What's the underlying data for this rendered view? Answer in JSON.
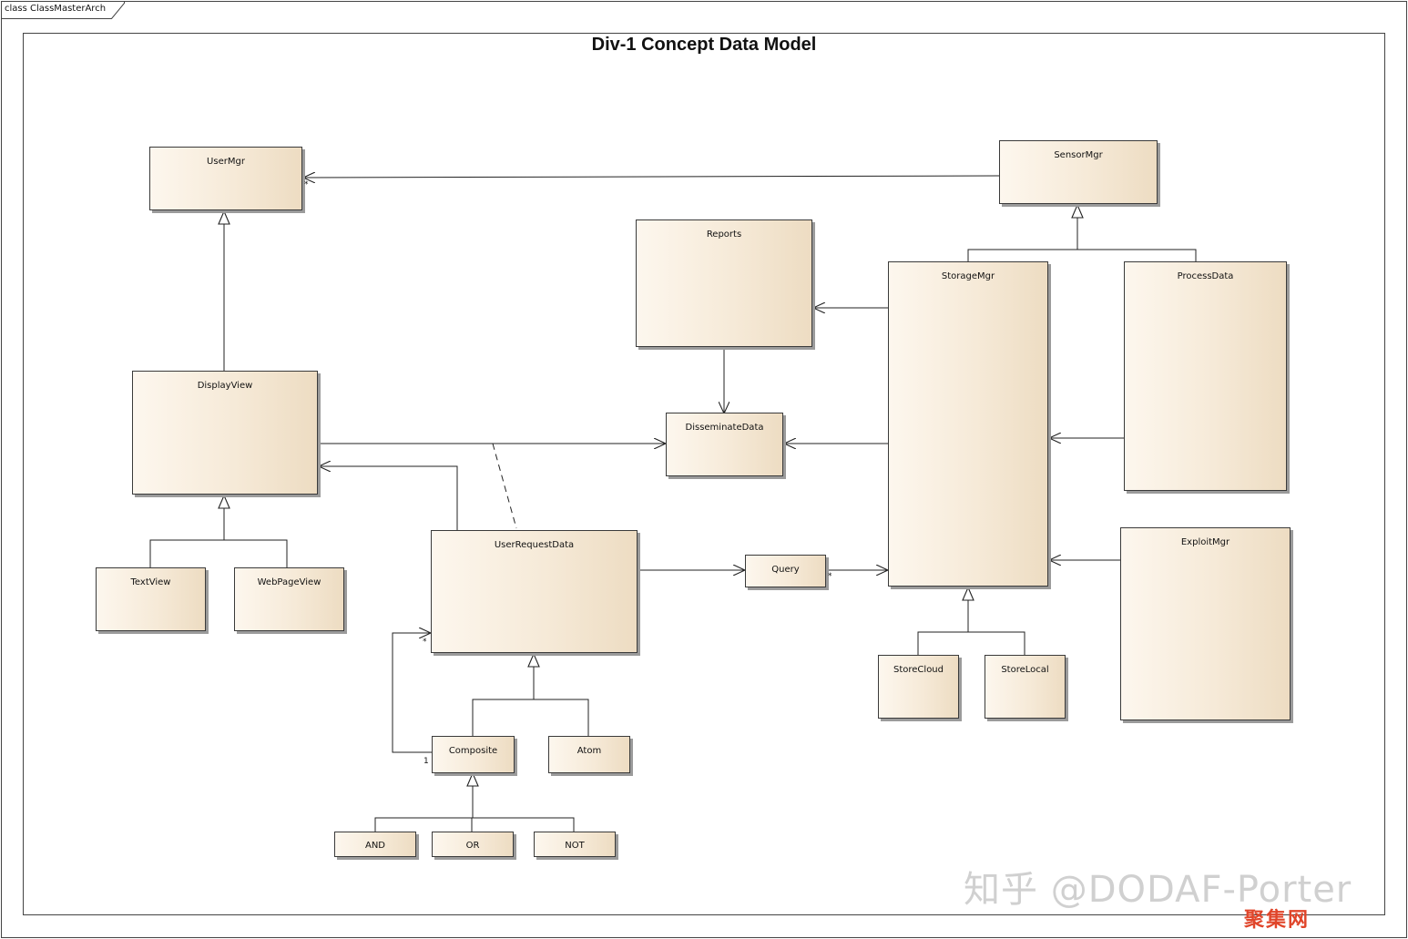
{
  "frame": {
    "label": "class ClassMasterArch"
  },
  "diagram": {
    "title": "Div-1 Concept Data Model"
  },
  "classes": {
    "user_mgr": "UserMgr",
    "sensor_mgr": "SensorMgr",
    "reports": "Reports",
    "storage_mgr": "StorageMgr",
    "process_data": "ProcessData",
    "display_view": "DisplayView",
    "disseminate_data": "DisseminateData",
    "text_view": "TextView",
    "web_page_view": "WebPageView",
    "user_request_data": "UserRequestData",
    "query": "Query",
    "exploit_mgr": "ExploitMgr",
    "store_cloud": "StoreCloud",
    "store_local": "StoreLocal",
    "composite": "Composite",
    "atom": "Atom",
    "and": "AND",
    "or": "OR",
    "not": "NOT"
  },
  "multiplicities": {
    "user_mgr_end": "*",
    "query_end": "*",
    "user_request_end": "*",
    "composite_end": "1"
  },
  "watermark": {
    "text": "知乎 @DODAF-Porter",
    "site": "聚集网"
  },
  "colors": {
    "class_fill_light": "#fdf7ee",
    "class_fill_dark": "#eddcc2",
    "line": "#222222",
    "watermark_site": "#e0452a"
  }
}
